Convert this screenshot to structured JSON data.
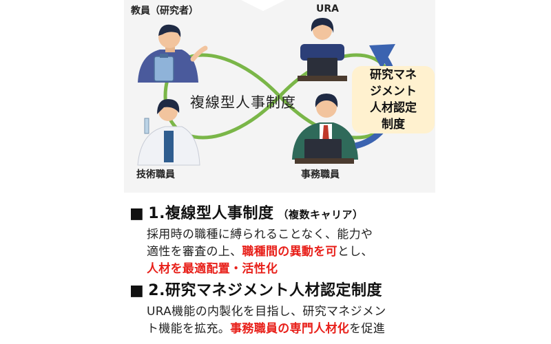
{
  "diagram": {
    "roles": {
      "faculty": "教員（研究者）",
      "ura": "URA",
      "technical": "技術職員",
      "administrative": "事務職員"
    },
    "center_label": "複線型人事制度",
    "certification_box": [
      "研究マネ",
      "ジメント",
      "人材認定",
      "制度"
    ]
  },
  "section1": {
    "marker": "■",
    "title": "1.複線型人事制度",
    "subtitle": "（複数キャリア）",
    "line1": "採用時の職種に縛られることなく、能力や",
    "line2_pre": "適性を審査の上、",
    "line2_em": "職種間の異動を可",
    "line2_post": "とし、",
    "line3_em": "人材を最適配置・活性化"
  },
  "section2": {
    "marker": "■",
    "title": "2.研究マネジメント人材認定制度",
    "line1": "URA機能の内製化を目指し、研究マネジメン",
    "line2_pre": "ト機能を拡充。",
    "line2_em": "事務職員の専門人材化",
    "line2_post": "を促進"
  },
  "colors": {
    "loop": "#7ab648",
    "arrow": "#3b63b0",
    "highlight": "#e8201a",
    "cert_box_bg": "#fff1cf"
  }
}
